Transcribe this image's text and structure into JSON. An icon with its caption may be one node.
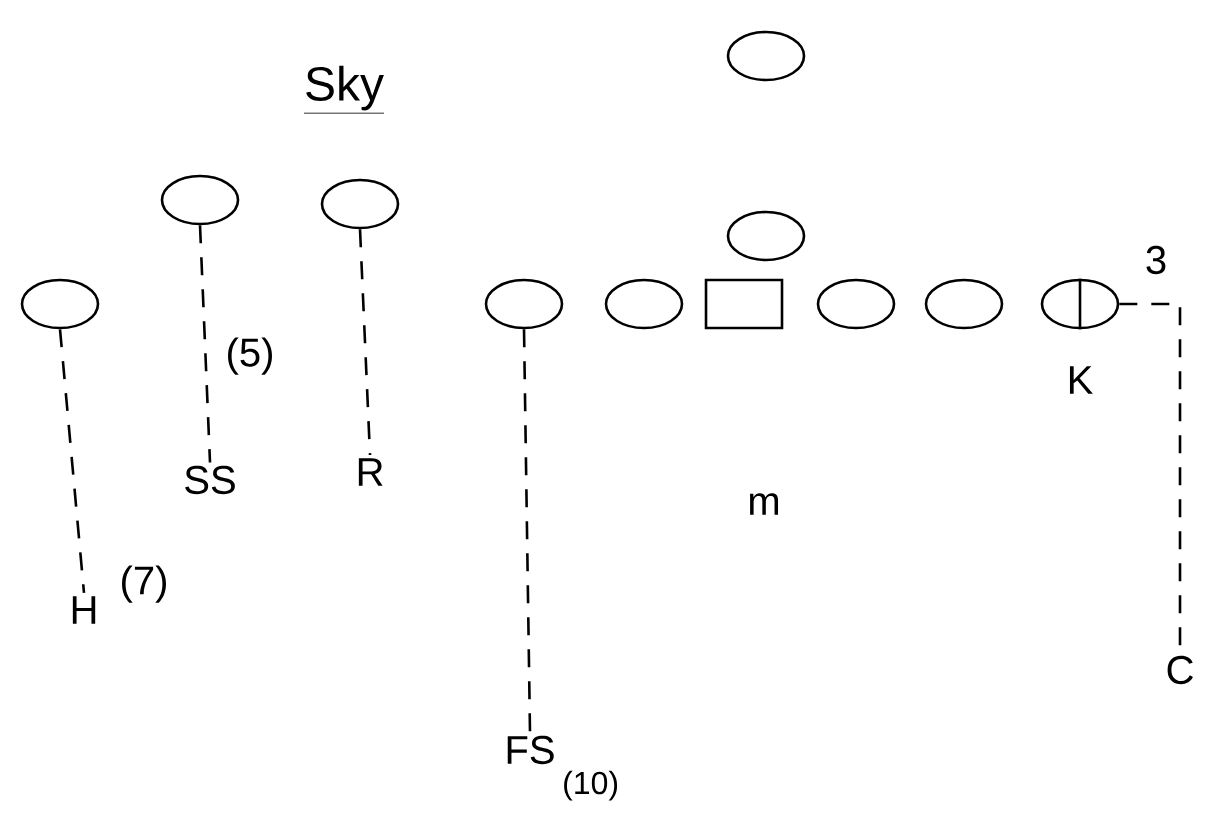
{
  "diagram": {
    "title": "Sky",
    "nodes": [
      {
        "text": [],
        "shape": "circle"
      },
      {
        "text": [],
        "shape": "circle"
      },
      {
        "text": [],
        "shape": "circle"
      },
      {
        "text": [],
        "shape": "circle"
      },
      {
        "text": [],
        "shape": "circle"
      },
      {
        "text": [],
        "shape": "circle"
      },
      {
        "text": [],
        "shape": "circle"
      },
      {
        "text": [],
        "shape": "box"
      },
      {
        "text": [],
        "shape": "circle"
      },
      {
        "text": [],
        "shape": "circle"
      },
      {
        "text": [],
        "shape": "circle"
      },
      {
        "text": [
          "SS"
        ]
      },
      {
        "text": [
          "R"
        ]
      },
      {
        "text": [
          "H"
        ]
      },
      {
        "text": [
          "C"
        ]
      },
      {
        "text": [
          "FS"
        ],
        "beside": [
          "(10)"
        ]
      }
    ],
    "edges": [
      {
        "from": 1,
        "to": 11,
        "arrow": "none",
        "style": "dashed"
      },
      {
        "from": 2,
        "to": 12,
        "arrow": "none",
        "style": "dashed"
      },
      {
        "from": 4,
        "to": 13,
        "arrow": "none",
        "style": "dashed"
      },
      {
        "from": 5,
        "to": 15,
        "arrow": "none",
        "style": "dashed"
      },
      {
        "from": 10,
        "to": 14,
        "arrow": "none",
        "style": "dashed"
      }
    ],
    "labels": [
      "(5)",
      "3",
      "K",
      "m",
      "(7)"
    ]
  }
}
